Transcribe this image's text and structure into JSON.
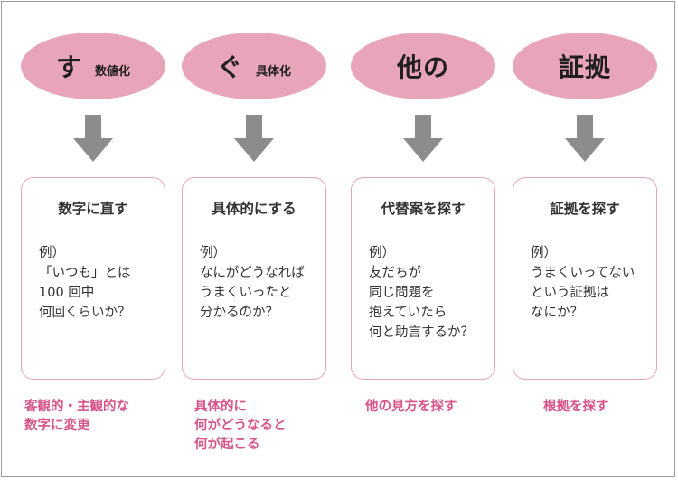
{
  "columns": [
    {
      "key": "su",
      "ellipse_big": "す",
      "ellipse_small": "数値化",
      "box_title": "数字に直す",
      "example_lines": [
        "例）",
        "「いつも」とは",
        "100 回中",
        "何回くらいか？"
      ],
      "summary_lines": [
        "客観的・主観的な",
        "数字に変更"
      ]
    },
    {
      "key": "gu",
      "ellipse_big": "ぐ",
      "ellipse_small": "具体化",
      "box_title": "具体的にする",
      "example_lines": [
        "例）",
        "なにがどうなれば",
        "うまくいったと",
        "分かるのか？"
      ],
      "summary_lines": [
        "具体的に",
        "何がどうなると",
        "何が起こる"
      ]
    },
    {
      "key": "ta",
      "ellipse_big": "他の",
      "ellipse_small": "",
      "box_title": "代替案を探す",
      "example_lines": [
        "例）",
        "友だちが",
        "同じ問題を",
        "抱えていたら",
        "何と助言するか？"
      ],
      "summary_lines": [
        "他の見方を探す"
      ]
    },
    {
      "key": "sho",
      "ellipse_big": "証拠",
      "ellipse_small": "",
      "box_title": "証拠を探す",
      "example_lines": [
        "例）",
        "うまくいってない",
        "という証拠は",
        "なにか？"
      ],
      "summary_lines": [
        "根拠を探す"
      ]
    }
  ],
  "colors": {
    "ellipse_fill": "#e8a5b9",
    "box_border": "#e8a5b9",
    "arrow": "#8c8c8c",
    "summary_text": "#d6558a"
  }
}
